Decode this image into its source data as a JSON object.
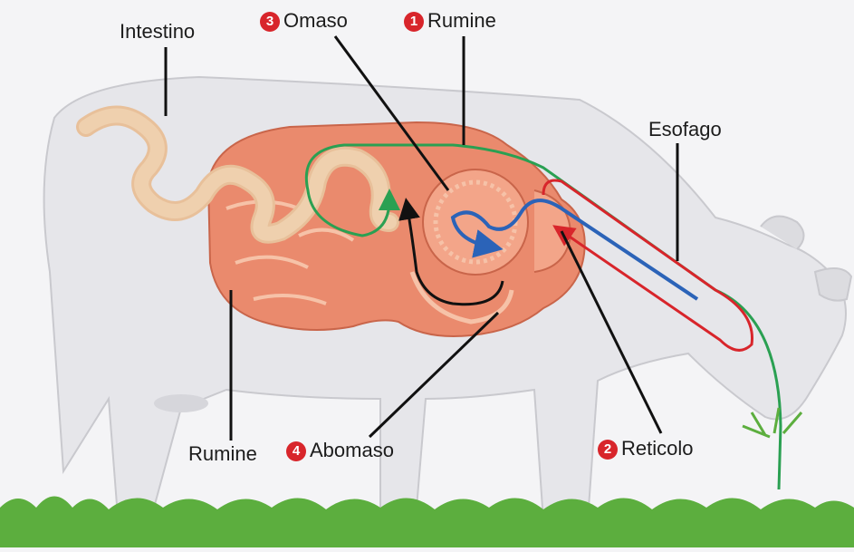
{
  "diagram": {
    "labels": {
      "intestino": "Intestino",
      "omaso": "Omaso",
      "omaso_num": "3",
      "rumine_top": "Rumine",
      "rumine_top_num": "1",
      "esofago": "Esofago",
      "rumine_bottom": "Rumine",
      "abomaso": "Abomaso",
      "abomaso_num": "4",
      "reticolo": "Reticolo",
      "reticolo_num": "2"
    },
    "colors": {
      "body": "#e6e6ea",
      "stomach": "#ea8a6d",
      "stomach_light": "#f6c2a8",
      "intestine": "#efd0ae",
      "green_path": "#2aa052",
      "red_path": "#d8252b",
      "blue_path": "#2b63b8",
      "black_path": "#111111",
      "grass": "#5cae3e",
      "badge": "#d8252b"
    }
  }
}
